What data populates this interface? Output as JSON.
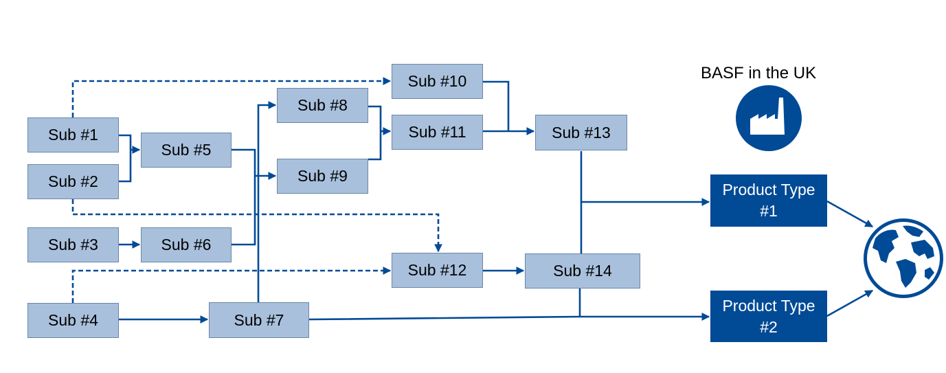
{
  "title": "BASF in the UK",
  "colors": {
    "sub_fill": "#a8c0dc",
    "sub_border": "#6b85a6",
    "product_fill": "#004a96",
    "connector": "#004a96",
    "icon": "#004a96"
  },
  "icons": {
    "factory": "factory-icon",
    "globe": "globe-icon"
  },
  "nodes": {
    "sub1": "Sub #1",
    "sub2": "Sub #2",
    "sub3": "Sub #3",
    "sub4": "Sub #4",
    "sub5": "Sub #5",
    "sub6": "Sub #6",
    "sub7": "Sub #7",
    "sub8": "Sub #8",
    "sub9": "Sub #9",
    "sub10": "Sub #10",
    "sub11": "Sub #11",
    "sub12": "Sub #12",
    "sub13": "Sub #13",
    "sub14": "Sub #14",
    "product1": {
      "line1": "Product Type",
      "line2": "#1"
    },
    "product2": {
      "line1": "Product Type",
      "line2": "#2"
    }
  }
}
